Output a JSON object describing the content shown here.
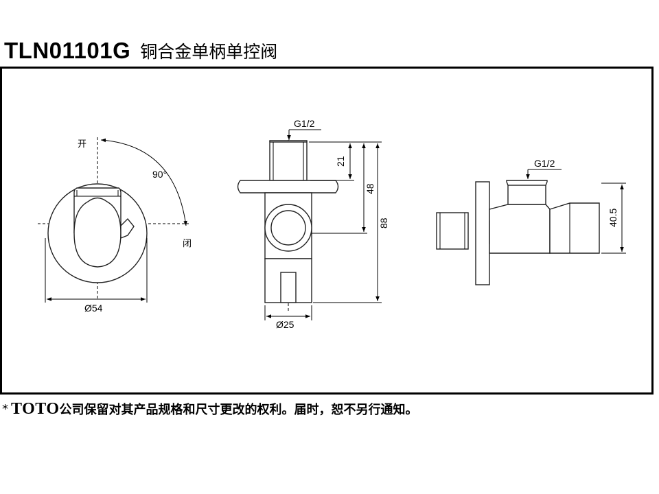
{
  "header": {
    "model": "TLN01101G",
    "product_name": "铜合金单柄单控阀"
  },
  "drawing": {
    "front_view": {
      "open_label": "开",
      "close_label": "闭",
      "angle_label": "90°",
      "diameter_label": "Ø54"
    },
    "side_view": {
      "thread_label": "G1/2",
      "dim_21": "21",
      "dim_48": "48",
      "dim_88": "88",
      "diameter_label": "Ø25"
    },
    "top_view": {
      "thread_label": "G1/2",
      "dim_40_5": "40.5"
    }
  },
  "footer": {
    "star": "*",
    "brand": "TOTO",
    "note": "公司保留对其产品规格和尺寸更改的权利。届时，恕不另行通知。"
  }
}
